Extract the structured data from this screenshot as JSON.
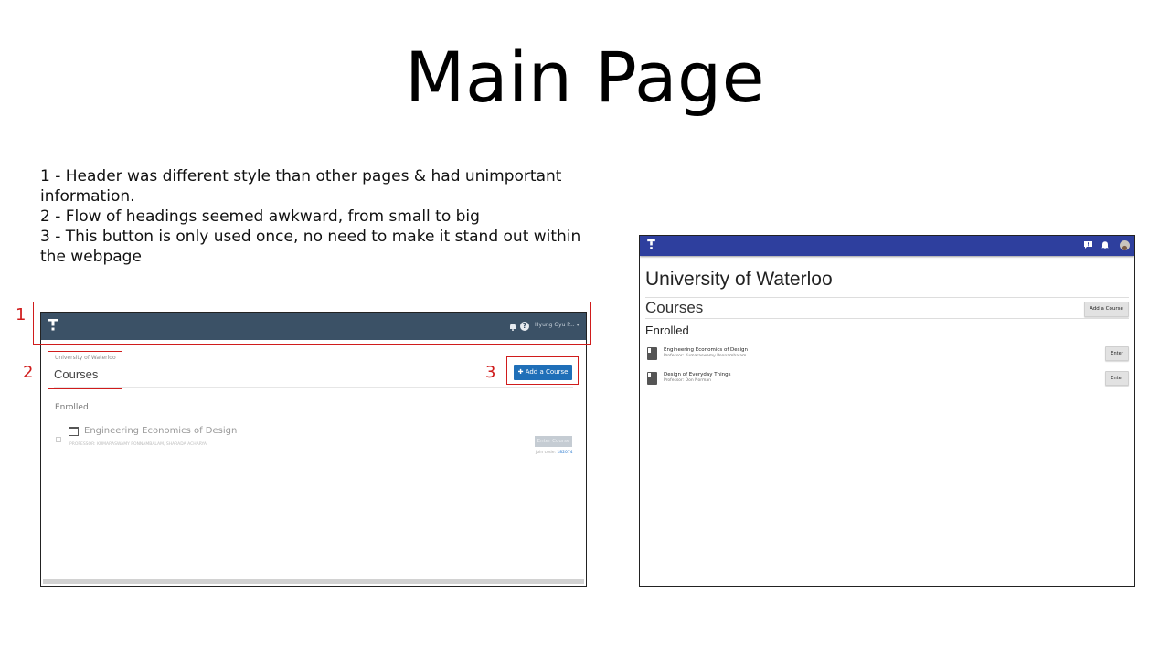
{
  "slide": {
    "title": "Main Page",
    "notes": [
      "1 -  Header was different style than other pages & had unimportant information.",
      "2 - Flow of headings seemed awkward, from small to big",
      "3 - This button is only used once, no need to make it stand out within the webpage"
    ],
    "callouts": [
      "1",
      "2",
      "3"
    ]
  },
  "old_design": {
    "user_name": "Hyung Gyu P... ▾",
    "breadcrumb": "University of Waterloo",
    "heading": "Courses",
    "add_course_label": "Add a Course",
    "enrolled_label": "Enrolled",
    "course": {
      "title": "Engineering Economics of Design",
      "professor": "PROFESSOR: KUMARASWAMY PONNAMBALAM, SHARADA ACHARYA",
      "enter_label": "Enter Course",
      "join_code_label": "Join code:",
      "join_code": "182074"
    }
  },
  "new_design": {
    "university": "University of Waterloo",
    "heading": "Courses",
    "add_course_label": "Add a Course",
    "enrolled_label": "Enrolled",
    "courses": [
      {
        "title": "Engineering Economics of Design",
        "professor": "Professor: Kumaraswamy Ponnambalam",
        "enter_label": "Enter"
      },
      {
        "title": "Design of Everyday Things",
        "professor": "Professor: Don Norman",
        "enter_label": "Enter"
      }
    ]
  },
  "colors": {
    "old_header": "#3b5166",
    "old_primary_button": "#1f6fb8",
    "new_header": "#2e3f9e",
    "callout_red": "#d01c1c"
  },
  "icons": [
    "logo-icon",
    "bell-icon",
    "help-icon",
    "flag-icon",
    "avatar",
    "book-icon",
    "plus-icon"
  ]
}
